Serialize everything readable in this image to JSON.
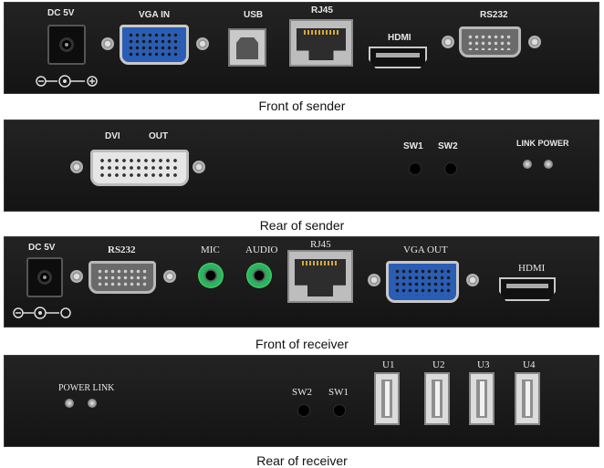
{
  "panels": [
    {
      "caption": "Front of sender",
      "labels": {
        "dc": "DC  5V",
        "vga": "VGA   IN",
        "usb": "USB",
        "rj45": "RJ45",
        "hdmi": "HDMI",
        "rs232": "RS232"
      }
    },
    {
      "caption": "Rear of sender",
      "labels": {
        "dvi": "DVI",
        "out": "OUT",
        "sw1": "SW1",
        "sw2": "SW2",
        "link_power": "LINK POWER"
      }
    },
    {
      "caption": "Front of receiver",
      "labels": {
        "dc": "DC  5V",
        "rs232": "RS232",
        "mic": "MIC",
        "audio": "AUDIO",
        "rj45": "RJ45",
        "vga_out": "VGA OUT",
        "hdmi": "HDMI"
      }
    },
    {
      "caption": "Rear of receiver",
      "labels": {
        "power_link": "POWER  LINK",
        "sw2": "SW2",
        "sw1": "SW1",
        "u1": "U1",
        "u2": "U2",
        "u3": "U3",
        "u4": "U4"
      }
    }
  ],
  "colors": {
    "panel": "#1b1b1b",
    "vga_blue": "#2a5db5",
    "audio_green": "#33aa66"
  },
  "icons": [
    "dc-polarity-icon"
  ]
}
